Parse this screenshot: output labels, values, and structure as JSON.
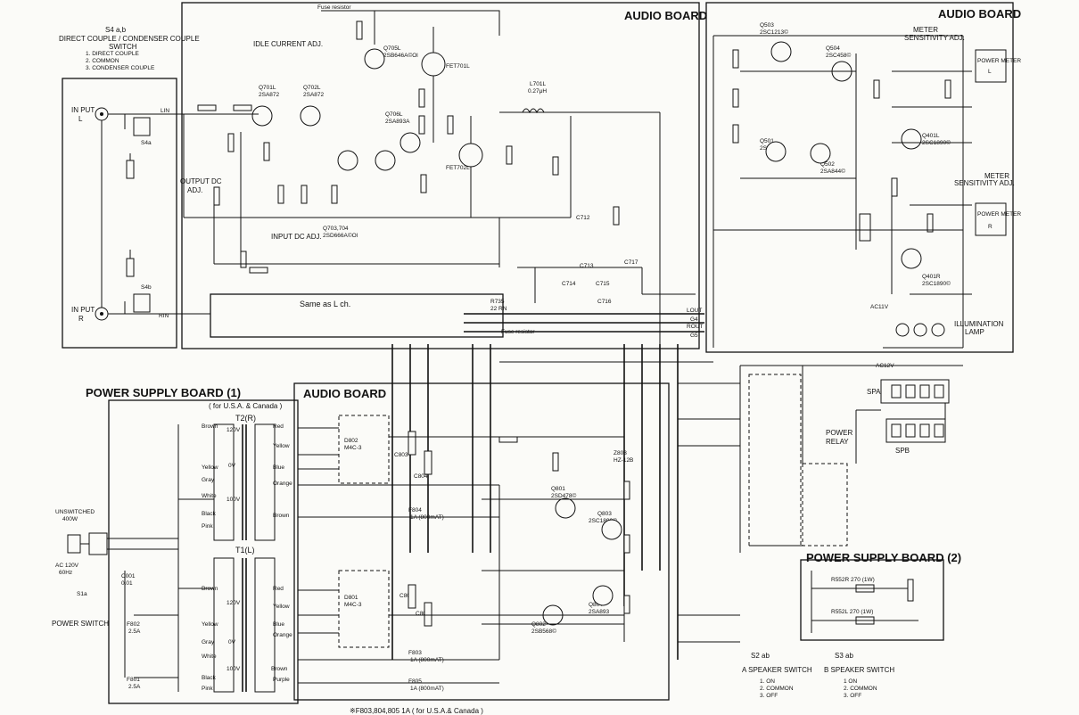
{
  "boards": {
    "audio_left": "AUDIO BOARD",
    "audio_right": "AUDIO BOARD",
    "audio_mid": "AUDIO BOARD",
    "power1": "POWER SUPPLY BOARD (1)",
    "power1_note": "( for U.S.A. & Canada )",
    "power2": "POWER SUPPLY BOARD (2)"
  },
  "switch_s4": {
    "title": "S4  a,b",
    "subtitle": "DIRECT COUPLE / CONDENSER COUPLE",
    "subtitle2": "SWITCH",
    "items": [
      "1. DIRECT COUPLE",
      "2. COMMON",
      "3. CONDENSER COUPLE"
    ]
  },
  "inputs": {
    "in_l": "IN PUT",
    "in_l2": "L",
    "in_r": "IN PUT",
    "in_r2": "R",
    "s4a": "S4a",
    "s4b": "S4b",
    "lin": "LIN",
    "rin": "RIN"
  },
  "amp_labels": {
    "idle": "IDLE CURRENT ADJ.",
    "output_dc": "OUTPUT DC",
    "output_dc2": "ADJ.",
    "input_dc": "INPUT DC ADJ.",
    "same_as": "Same as L ch.",
    "fuse_resistor": "Fuse resistor",
    "fet701": "FET701L",
    "fet702": "FET702L",
    "q705": "Q705L",
    "q705b": "2SB646A©Ol",
    "q701": "Q701L",
    "q701b": "2SA872",
    "q702": "Q702L",
    "q702b": "2SA872",
    "q706": "Q706L",
    "q706b": "2SA893A",
    "q703": "Q703,704",
    "q703b": "2SD666A©Ol",
    "l701": "L701L",
    "l701b": "0.27μH",
    "r735": "R735",
    "r735b": "22 RN",
    "c712": "C712",
    "c713": "C713",
    "c714": "C714",
    "c715": "C715",
    "c716": "C716",
    "c717": "C717"
  },
  "meter": {
    "sens_adj": "METER",
    "sens_adj2": "SENSITIVITY ADJ.",
    "sens_adj3": "METER",
    "sens_adj4": "SENSITIVITY ADJ.",
    "pm_l": "POWER METER",
    "pm_l2": "L",
    "pm_r": "POWER METER",
    "pm_r2": "R",
    "illum": "ILLUMINATION",
    "illum2": "LAMP",
    "q503": "Q503",
    "q503b": "2SC1213©",
    "q504": "Q504",
    "q504b": "2SC458©",
    "q501": "Q501",
    "q501b": "2SC458©",
    "q502": "Q502",
    "q502b": "2SA844©",
    "q401": "Q401L",
    "q401b": "2SC1890©",
    "q401r": "Q401R",
    "q401rb": "2SC1890©",
    "spa": "SPA",
    "spb": "SPB",
    "relay": "POWER",
    "relay2": "RELAY"
  },
  "power1": {
    "t2": "T2(R)",
    "t1": "T1(L)",
    "d802": "D802",
    "d802b": "M4C-3",
    "d801": "D801",
    "d801b": "M4C-3",
    "c803": "C803",
    "c804": "C804",
    "c801": "C801",
    "c802": "C802",
    "q801": "Q801",
    "q801b": "2SD478©",
    "q803": "Q803",
    "q803b": "2SC1890©",
    "q802": "Q802",
    "q802b": "2SB568©",
    "q804": "Q804",
    "q804b": "2SA893",
    "z803": "Z803",
    "z803b": "HZ-12B",
    "f804": "F804",
    "f804b": "1A (800mAT)",
    "f803": "F803",
    "f803b": "1A (800mAT)",
    "f805": "F805",
    "f805b": "1A (800mAT)",
    "f802": "F802",
    "f802b": "2.5A",
    "f801": "F801",
    "f801b": "2.5A",
    "unswitched": "UNSWITCHED",
    "unswitched2": "400W",
    "ac": "AC 120V",
    "ac2": "60Hz",
    "c001": "C001",
    "c001b": "0.01",
    "s1": "S1a",
    "power_switch": "POWER SWITCH",
    "footnote": "※F803,804,805   1A  ( for U.S.A.& Canada )"
  },
  "wire_colors": [
    "Brown",
    "Yellow",
    "Yellow",
    "Gray",
    "White",
    "Black",
    "Pink",
    "Red",
    "Yellow",
    "Blue",
    "Orange",
    "Brown"
  ],
  "wire_colors_t1": [
    "Brown",
    "Yellow",
    "Gray",
    "White",
    "Black",
    "Pink",
    "Red",
    "Yellow",
    "Blue",
    "Orange",
    "Brown",
    "Purple"
  ],
  "voltages": {
    "t2_120": "120V",
    "t2_0v": "0V",
    "t2_100": "100V",
    "t1_120": "120V",
    "t1_0v": "0V",
    "t1_100": "100V"
  },
  "speaker_switch": {
    "s2": "S2  ab",
    "s3": "S3  ab",
    "a_title": "A  SPEAKER SWITCH",
    "b_title": "B  SPEAKER SWITCH",
    "a_items": [
      "1.  ON",
      "2.  COMMON",
      "3.  OFF"
    ],
    "b_items": [
      "1  ON",
      "2.  COMMON",
      "3.  OFF"
    ]
  },
  "power2": {
    "r552r": "R552R  270 (1W)",
    "r552l": "R552L  270 (1W)"
  },
  "bus_labels": {
    "lout": "LOUT",
    "rout": "ROUT",
    "g4": "G4",
    "g5": "G5",
    "ac12v": "AC12V",
    "ac11v": "AC11V"
  }
}
